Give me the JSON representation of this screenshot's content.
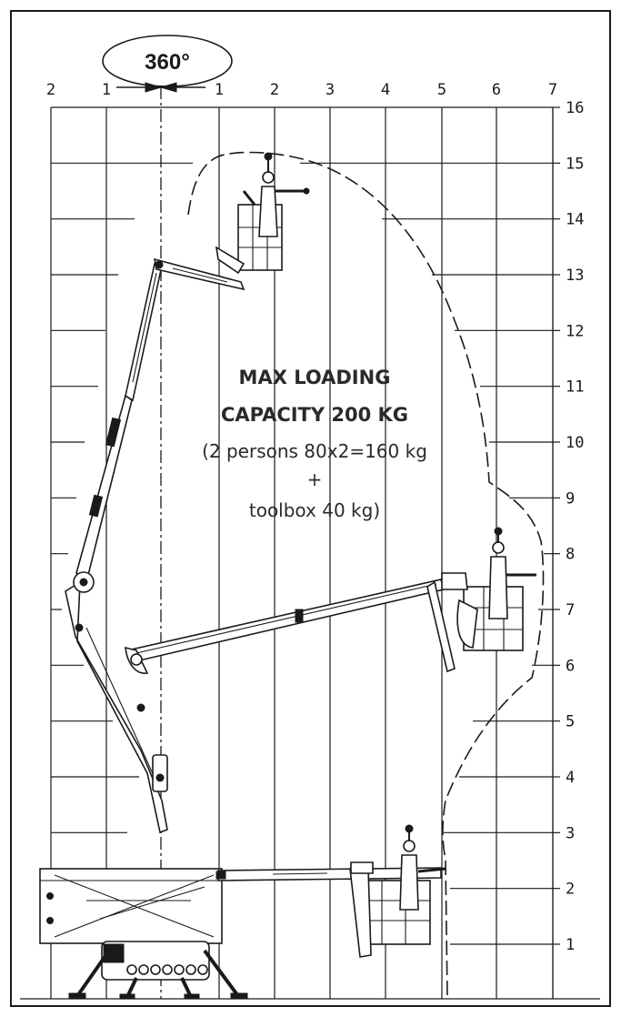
{
  "rotation": {
    "label": "360°"
  },
  "x_axis": {
    "labels": [
      "2",
      "1",
      "1",
      "2",
      "3",
      "4",
      "5",
      "6",
      "7"
    ]
  },
  "y_axis": {
    "labels": [
      "1",
      "2",
      "3",
      "4",
      "5",
      "6",
      "7",
      "8",
      "9",
      "10",
      "11",
      "12",
      "13",
      "14",
      "15",
      "16"
    ]
  },
  "capacity": {
    "line1": "MAX LOADING",
    "line2": "CAPACITY 200 KG",
    "line3": "(2 persons 80x2=160 kg",
    "line4": "+",
    "line5": "toolbox 40 kg)"
  }
}
